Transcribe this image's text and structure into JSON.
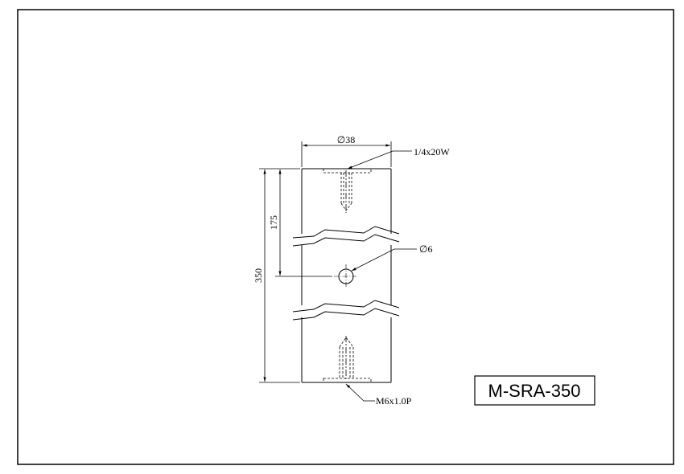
{
  "dimensions": {
    "diameter": "∅38",
    "top_thread": "1/4x20W",
    "half_length": "175",
    "total_length": "350",
    "hole": "∅6",
    "bottom_thread": "M6x1.0P"
  },
  "title_block": {
    "part_number": "M-SRA-350"
  }
}
